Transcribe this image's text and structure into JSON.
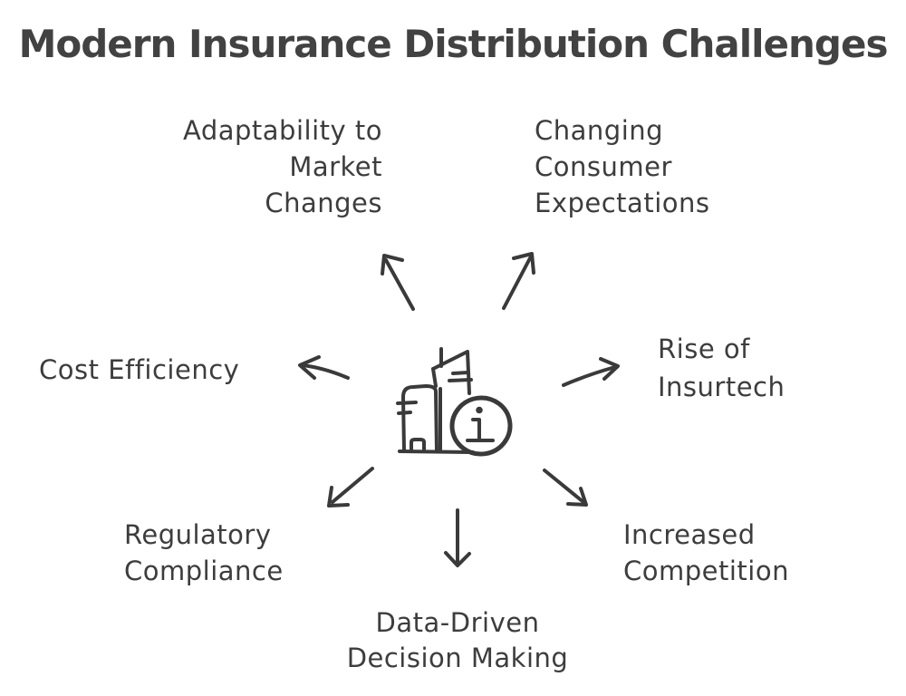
{
  "title": "Modern Insurance Distribution Challenges",
  "colors": {
    "background": "#ffffff",
    "title_ink": "#424242",
    "label_ink": "#3d3d3d",
    "stroke_ink": "#3a3a3a"
  },
  "center": {
    "icon": "building-info-icon",
    "info_glyph": "i"
  },
  "nodes": [
    {
      "id": "adaptability-to-market-changes",
      "label": "Adaptability to\nMarket\nChanges",
      "position": "top-left"
    },
    {
      "id": "changing-consumer-expectations",
      "label": "Changing\nConsumer\nExpectations",
      "position": "top-right"
    },
    {
      "id": "cost-efficiency",
      "label": "Cost Efficiency",
      "position": "left"
    },
    {
      "id": "rise-of-insurtech",
      "label": "Rise of\nInsurtech",
      "position": "right"
    },
    {
      "id": "regulatory-compliance",
      "label": "Regulatory\nCompliance",
      "position": "bottom-left"
    },
    {
      "id": "increased-competition",
      "label": "Increased\nCompetition",
      "position": "bottom-right"
    },
    {
      "id": "data-driven-decision-making",
      "label": "Data-Driven\nDecision Making",
      "position": "bottom"
    }
  ]
}
